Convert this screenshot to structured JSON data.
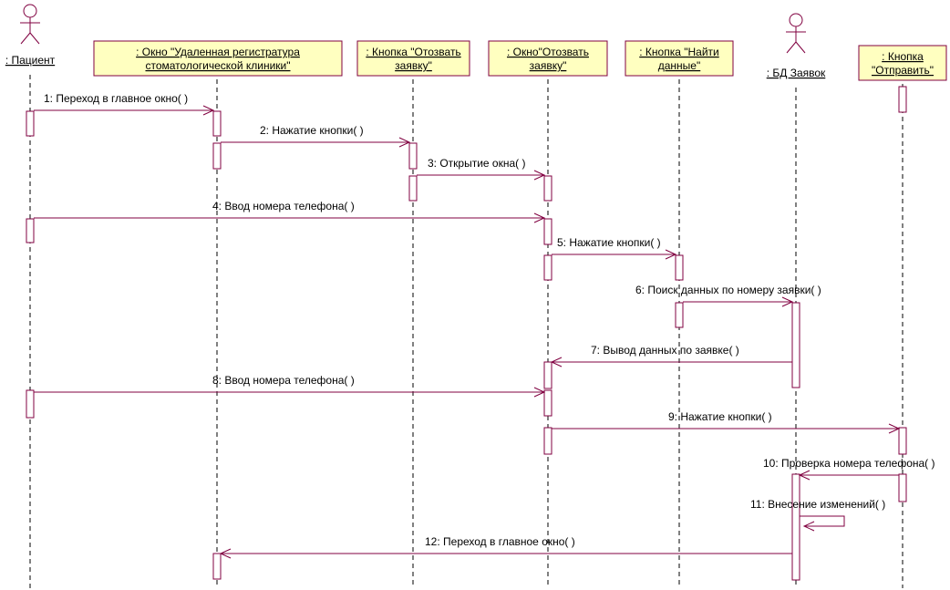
{
  "colors": {
    "line": "#800040",
    "box_fill": "#ffffc0",
    "box_border": "#800040",
    "text": "#000000",
    "background": "#ffffff"
  },
  "lifelines": [
    {
      "id": "patient",
      "kind": "actor",
      "label": [
        ": Пациент"
      ]
    },
    {
      "id": "main_window",
      "kind": "object",
      "label": [
        ": Окно \"Удаленная регистратура",
        "стоматологической клиники\""
      ]
    },
    {
      "id": "btn_withdraw",
      "kind": "object",
      "label": [
        ": Кнопка \"Отозвать",
        "заявку\""
      ]
    },
    {
      "id": "win_withdraw",
      "kind": "object",
      "label": [
        ": Окно\"Отозвать",
        "заявку\""
      ]
    },
    {
      "id": "btn_find",
      "kind": "object",
      "label": [
        ": Кнопка \"Найти",
        "данные\""
      ]
    },
    {
      "id": "db",
      "kind": "actor",
      "label": [
        ": БД Заявок"
      ]
    },
    {
      "id": "btn_send",
      "kind": "object",
      "label": [
        ": Кнопка",
        "\"Отправить\""
      ]
    }
  ],
  "messages": [
    {
      "n": 1,
      "from": "patient",
      "to": "main_window",
      "label": "1: Переход в главное окно( )"
    },
    {
      "n": 2,
      "from": "main_window",
      "to": "btn_withdraw",
      "label": "2: Нажатие кнопки( )"
    },
    {
      "n": 3,
      "from": "btn_withdraw",
      "to": "win_withdraw",
      "label": "3: Открытие окна( )"
    },
    {
      "n": 4,
      "from": "patient",
      "to": "win_withdraw",
      "label": "4: Ввод номера телефона( )"
    },
    {
      "n": 5,
      "from": "win_withdraw",
      "to": "btn_find",
      "label": "5: Нажатие кнопки( )"
    },
    {
      "n": 6,
      "from": "btn_find",
      "to": "db",
      "label": "6: Поиск данных по номеру заявки( )"
    },
    {
      "n": 7,
      "from": "db",
      "to": "win_withdraw",
      "label": "7: Вывод данных по заявке( )"
    },
    {
      "n": 8,
      "from": "patient",
      "to": "win_withdraw",
      "label": "8: Ввод номера телефона( )"
    },
    {
      "n": 9,
      "from": "win_withdraw",
      "to": "btn_send",
      "label": "9: Нажатие кнопки( )"
    },
    {
      "n": 10,
      "from": "btn_send",
      "to": "db",
      "label": "10: Проверка номера телефона( )"
    },
    {
      "n": 11,
      "from": "db",
      "to": "db",
      "label": "11: Внесение изменений( )"
    },
    {
      "n": 12,
      "from": "db",
      "to": "main_window",
      "label": "12: Переход в главное окно( )"
    }
  ]
}
